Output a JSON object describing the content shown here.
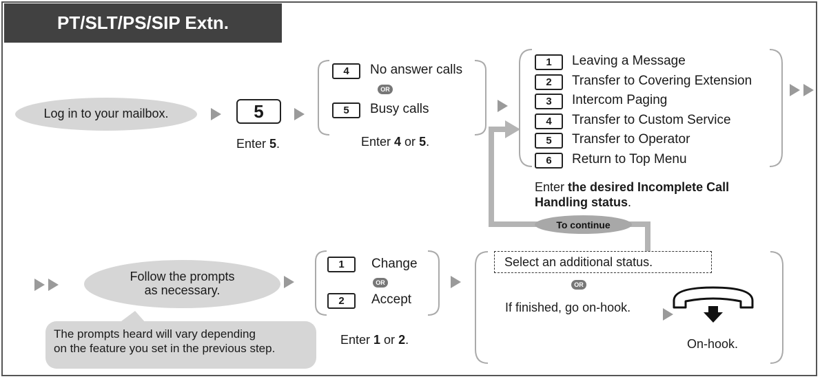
{
  "title": "PT/SLT/PS/SIP Extn.",
  "step_login": "Log in to your mailbox.",
  "key_5_big": "5",
  "enter_5": {
    "prefix": "Enter ",
    "key": "5",
    "suffix": "."
  },
  "type_options": [
    {
      "key": "4",
      "label": "No answer calls"
    },
    {
      "key": "5",
      "label": "Busy calls"
    }
  ],
  "or_label": "OR",
  "enter_4_or_5": {
    "prefix": "Enter ",
    "key_a": "4",
    "mid": " or ",
    "key_b": "5",
    "suffix": "."
  },
  "status_options": [
    {
      "key": "1",
      "label": "Leaving a Message"
    },
    {
      "key": "2",
      "label": "Transfer to Covering Extension"
    },
    {
      "key": "3",
      "label": "Intercom Paging"
    },
    {
      "key": "4",
      "label": "Transfer to Custom Service"
    },
    {
      "key": "5",
      "label": "Transfer to Operator"
    },
    {
      "key": "6",
      "label": "Return to Top Menu"
    }
  ],
  "enter_status": {
    "prefix": "Enter ",
    "bold_line1": "the desired Incomplete Call",
    "bold_line2": "Handling status",
    "suffix": "."
  },
  "to_continue": "To continue",
  "follow_prompts": {
    "line1": "Follow the prompts",
    "line2": "as necessary."
  },
  "prompts_note": {
    "line1": "The prompts heard will vary depending",
    "line2": "on the feature you set in the previous step."
  },
  "change_accept": [
    {
      "key": "1",
      "label": "Change"
    },
    {
      "key": "2",
      "label": "Accept"
    }
  ],
  "enter_1_or_2": {
    "prefix": "Enter ",
    "key_a": "1",
    "mid": " or ",
    "key_b": "2",
    "suffix": "."
  },
  "select_additional": "Select an additional status.",
  "if_finished": "If finished, go on-hook.",
  "on_hook": "On-hook.",
  "colors": {
    "title_bg": "#414141",
    "pill_bg": "#d6d6d6",
    "arrow": "#9a9a9a",
    "connector": "#b4b4b4"
  }
}
